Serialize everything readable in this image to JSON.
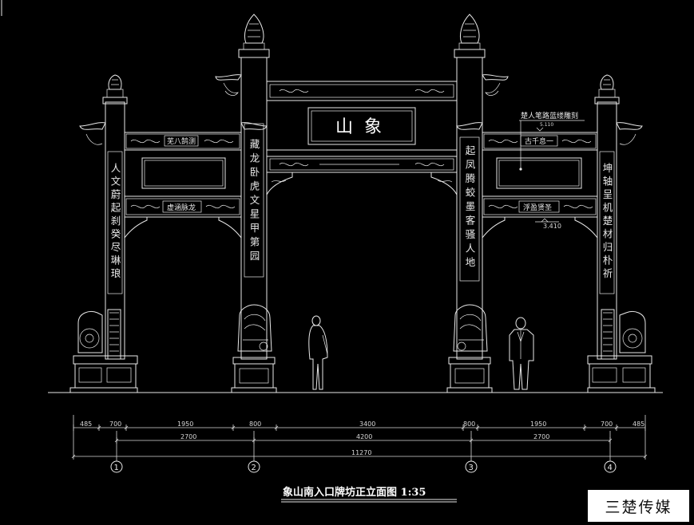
{
  "drawing": {
    "main_plaque": "山象",
    "upper_side_plaques": [
      "芜八鹄测",
      "古千息一"
    ],
    "lower_side_plaques": [
      "虚涵脉龙",
      "浮盈贤圣"
    ],
    "outer_left_couplet": "人文蔚起刹癸尽琳琅",
    "inner_left_couplet": "藏龙卧虎文星甲第园",
    "inner_right_couplet": "起凤腾蛟墨客骚人地",
    "outer_right_couplet": "坤轴呈机楚材归朴祈",
    "annotation": "楚人笔路蓝缕雕刻",
    "level_upper": "5.110",
    "level_lower": "3.410",
    "title": "象山南入口牌坊正立面图  1:35",
    "dims_row1": [
      "485",
      "700",
      "1950",
      "800",
      "3400",
      "800",
      "1950",
      "700",
      "485"
    ],
    "dims_row2": [
      "2700",
      "4200",
      "2700"
    ],
    "dims_row3": [
      "11270"
    ],
    "grid_labels": [
      "1",
      "2",
      "3",
      "4"
    ]
  },
  "watermark": "三楚传媒"
}
